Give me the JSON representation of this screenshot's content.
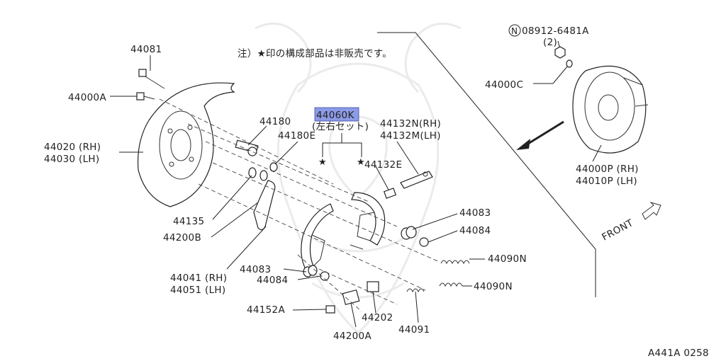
{
  "note": "注）★印の構成部品は非販売です。",
  "diagram_code": "A441A 0258",
  "front_label": "FRONT",
  "parts": {
    "p44081": "44081",
    "p44000A": "44000A",
    "p44020": "44020 (RH)",
    "p44030": "44030 (LH)",
    "p44180": "44180",
    "p44180E": "44180E",
    "p44060K": "44060K",
    "p44060K_note": "(左右セット)",
    "p44132N": "44132N(RH)",
    "p44132M": "44132M(LH)",
    "p44132E": "44132E",
    "p44135": "44135",
    "p44200B": "44200B",
    "p44083a": "44083",
    "p44084a": "44084",
    "p44083b": "44083",
    "p44084b": "44084",
    "p44041": "44041 (RH)",
    "p44051": "44051 (LH)",
    "p44152A": "44152A",
    "p44200A": "44200A",
    "p44202": "44202",
    "p44091": "44091",
    "p44090Na": "44090N",
    "p44090Nb": "44090N",
    "p08912": "08912-6481A",
    "p08912_qty": "(2)",
    "p08912_prefix": "N",
    "p44000C": "44000C",
    "p44000P": "44000P (RH)",
    "p44010P": "44010P (LH)"
  },
  "colors": {
    "highlight": "#8c9be6",
    "ink": "#222222",
    "watermark": "#e9e9e9"
  }
}
